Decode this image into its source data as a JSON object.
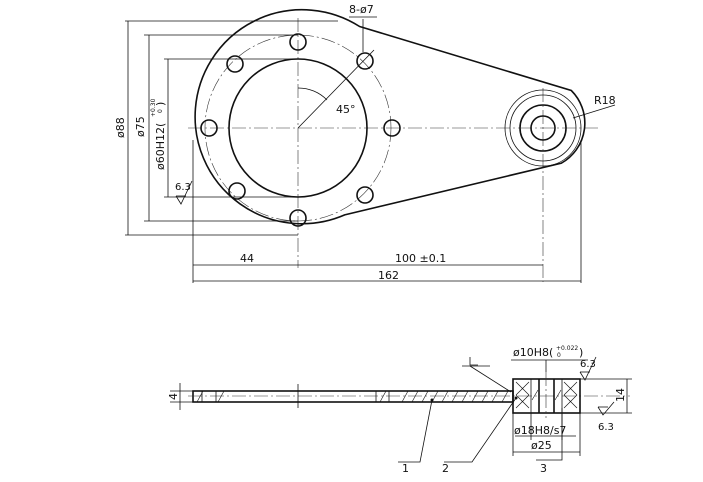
{
  "top_view": {
    "bolt_holes": "8-ø7",
    "angle": "45°",
    "radius": "R18",
    "outer_dia": "ø88",
    "bolt_circle_dia": "ø75",
    "bore_dia": "ø60H12(",
    "bore_tol_upper": "+0.30",
    "bore_tol_lower": "0",
    "bore_tol_close": ")",
    "roughness": "6.3",
    "dim_44": "44",
    "dim_100": "100 ±0.1",
    "dim_162": "162"
  },
  "section_view": {
    "thickness": "4",
    "hole_dia": "ø10H8(",
    "hole_tol_upper": "+0.022",
    "hole_tol_lower": "0",
    "hole_tol_close": ")",
    "roughness_top": "6.3",
    "roughness_bottom": "6.3",
    "height": "14",
    "fit_dia": "ø18H8/s7",
    "boss_dia": "ø25",
    "part_1": "1",
    "part_2": "2",
    "part_3": "3"
  }
}
